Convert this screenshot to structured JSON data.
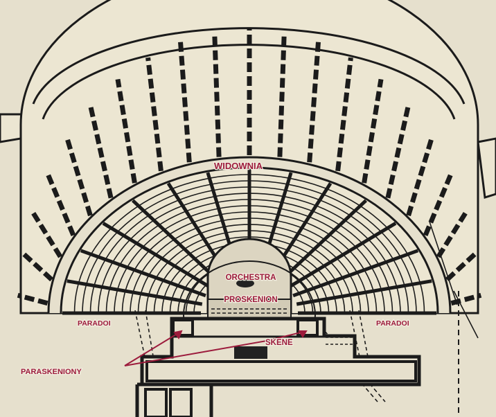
{
  "labels": {
    "seating": "WIDOWNIA",
    "orchestra": "ORCHESTRA",
    "proskenion": "PROSKENION",
    "parodos_left": "PARADOI",
    "parodos_right": "PARADOI",
    "skene": "SKENE",
    "paraskenia": "PARASKENIONY"
  },
  "colors": {
    "background": "#e6e0cd",
    "seat_fill": "#ece6d2",
    "ink": "#1b1b1b",
    "label": "#9c1b3c",
    "orchestra_fill": "#dcd5c1"
  }
}
